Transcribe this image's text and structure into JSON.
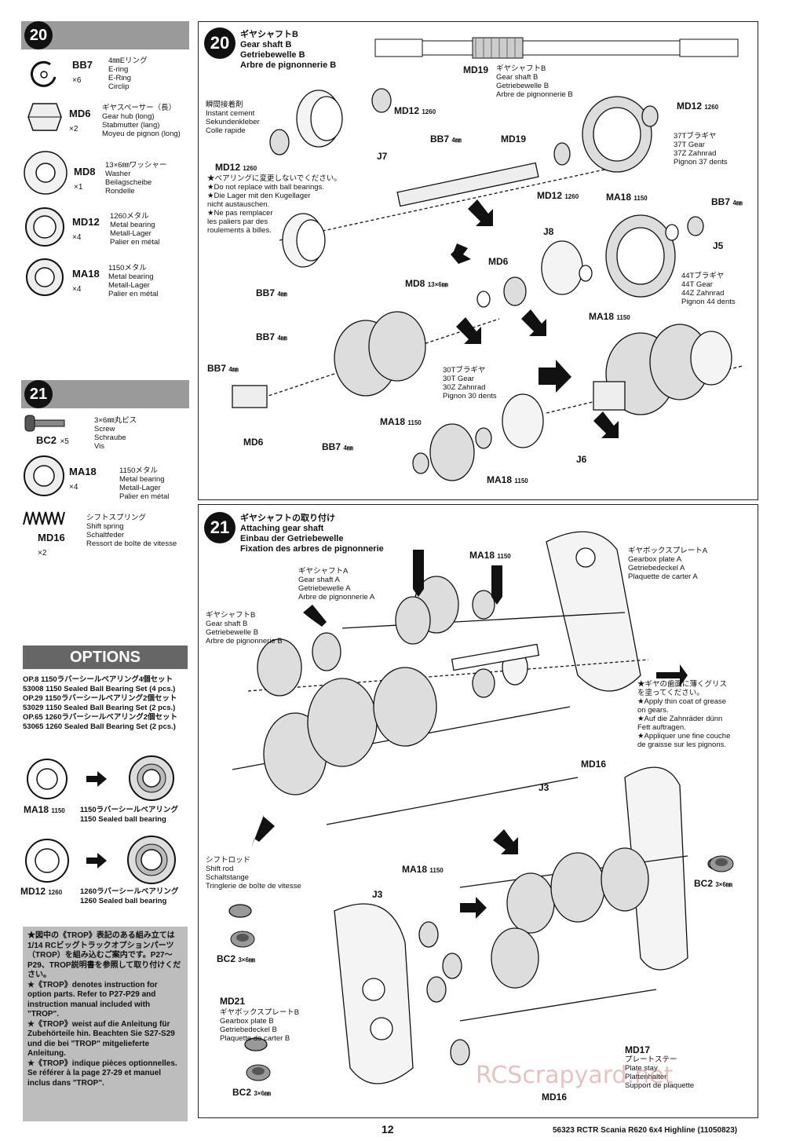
{
  "step20_parts": [
    {
      "code": "BB7",
      "qty": "×6",
      "desc": "4㎜Eリング\nE-ring\nE-Ring\nCirclip"
    },
    {
      "code": "MD6",
      "qty": "×2",
      "desc": "ギヤスペーサー（長）\nGear hub (long)\nStabmutter (lang)\nMoyeu de pignon (long)"
    },
    {
      "code": "MD8",
      "qty": "×1",
      "desc": "13×6㎜ワッシャー\nWasher\nBeilagscheibe\nRondelle"
    },
    {
      "code": "MD12",
      "qty": "×4",
      "desc": "1260メタル\nMetal bearing\nMetall-Lager\nPalier en métal"
    },
    {
      "code": "MA18",
      "qty": "×4",
      "desc": "1150メタル\nMetal bearing\nMetall-Lager\nPalier en métal"
    }
  ],
  "step21_parts": [
    {
      "code": "BC2",
      "qty": "×5",
      "desc": "3×6㎜丸ビス\nScrew\nSchraube\nVis"
    },
    {
      "code": "MA18",
      "qty": "×4",
      "desc": "1150メタル\nMetal bearing\nMetall-Lager\nPalier en métal"
    },
    {
      "code": "MD16",
      "qty": "×2",
      "desc": "シフトスプリング\nShift spring\nSchaltfeder\nRessort de boîte de vitesse"
    }
  ],
  "step_numbers": {
    "s20": "20",
    "s21": "21"
  },
  "step20": {
    "title": "ギヤシャフトB\nGear shaft B\nGetriebewelle B\nArbre de pignonnerie B",
    "cement": "瞬間接着剤\nInstant cement\nSekundenkleber\nColle rapide",
    "warning": "★ベアリングに変更しないでください。\n★Do not replace with ball bearings.\n★Die Lager mit den Kugellager\nnicht austauschen.\n★Ne pas remplacer\nles paliers par des\nroulements à billes.",
    "md19_desc": "ギヤシャフトB\nGear shaft B\nGetriebewelle B\nArbre de pignonnerie B",
    "gear37": "37Tブラギヤ\n37T Gear\n37Z Zahnrad\nPignon 37 dents",
    "gear44": "44Tブラギヤ\n44T Gear\n44Z Zahnrad\nPignon 44 dents",
    "gear30": "30Tブラギヤ\n30T Gear\n30Z Zahnrad\nPignon 30 dents",
    "labels": {
      "md19": "MD19",
      "md12": "MD12",
      "n1260": "1260",
      "bb7": "BB7",
      "mm4": "4㎜",
      "j7": "J7",
      "j8": "J8",
      "j5": "J5",
      "j6": "J6",
      "md6": "MD6",
      "md8": "MD8",
      "md8size": "13×6㎜",
      "ma18": "MA18",
      "n1150": "1150"
    }
  },
  "step21": {
    "title": "ギヤシャフトの取り付け\nAttaching gear shaft\nEinbau der Getriebewelle\nFixation des arbres de pignonnerie",
    "shaftA": "ギヤシャフトA\nGear shaft A\nGetriebewelle A\nArbre de pignonnerie A",
    "shaftB": "ギヤシャフトB\nGear shaft B\nGetriebewelle B\nArbre de pignonnerie B",
    "plateA": "ギヤボックスプレートA\nGearbox plate A\nGetriebedeckel A\nPlaquette de carter A",
    "grease": "★ギヤの歯面に薄くグリス\nを塗ってください。\n★Apply thin coat of grease\non gears.\n★Auf die Zahnräder dünn\nFett auftragen.\n★Appliquer une fine couche\nde graisse sur les pignons.",
    "shiftrod": "シフトロッド\nShift rod\nSchaltstange\nTringlerie de boîte de vitesse",
    "plateB": "ギヤボックスプレートB\nGearbox plate B\nGetriebedeckel B\nPlaquette de carter B",
    "platestay": "プレートステー\nPlate stay\nPlattenhalter\nSupport de plaquette",
    "labels": {
      "ma18": "MA18",
      "n1150": "1150",
      "md16": "MD16",
      "j3": "J3",
      "bc2": "BC2",
      "bc2size": "3×6㎜",
      "md21": "MD21",
      "md17": "MD17"
    }
  },
  "options": {
    "heading": "OPTIONS",
    "items": "OP.8 1150ラバーシールベアリング4個セット\n53008 1150 Sealed Ball Bearing Set (4 pcs.)\nOP.29 1150ラバーシールベアリング2個セット\n53029 1150 Sealed Ball Bearing Set (2 pcs.)\nOP.65 1260ラバーシールベアリング2個セット\n53065 1260 Sealed Ball Bearing Set (2 pcs.)",
    "ma18_code": "MA18",
    "ma18_num": "1150",
    "ma18_desc": "1150ラバーシールベアリング\n1150 Sealed ball bearing",
    "md12_code": "MD12",
    "md12_num": "1260",
    "md12_desc": "1260ラバーシールベアリング\n1260 Sealed ball bearing"
  },
  "trop_note": "★図中の《TROP》表記のある組み立ては1/14 RCビッグトラックオプションパーツ（TROP）を組み込むご案内です。P27～P29、TROP説明書を参照して取り付けください。\n★《TROP》denotes instruction for option parts. Refer to P27-P29 and instruction manual included with \"TROP\".\n★《TROP》weist auf die Anleitung für Zubehörteile hin. Beachten Sie S27-S29 und die bei \"TROP\" mitgelieferte Anleitung.\n★《TROP》indique pièces optionnelles. Se référer à la page 27-29 et manuel inclus dans \"TROP\".",
  "footer": {
    "page": "12",
    "ref": "56323 RCTR Scania R620 6x4 Highline (11050823)"
  },
  "watermark": "RCScrapyard.net"
}
